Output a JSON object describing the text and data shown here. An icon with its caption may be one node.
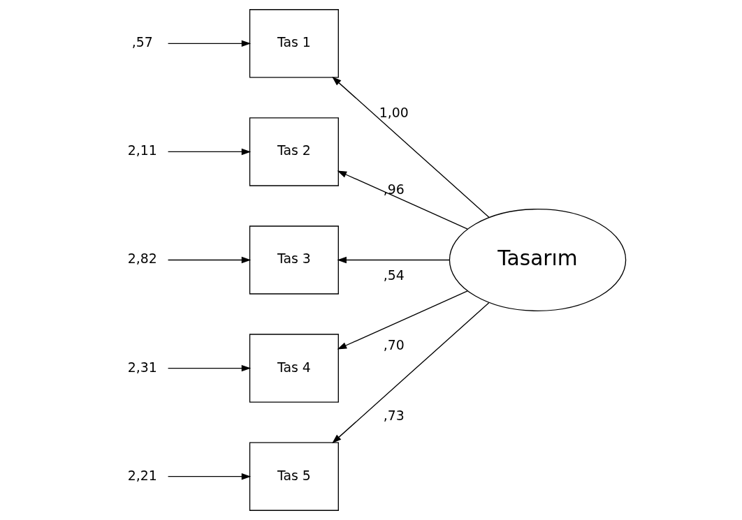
{
  "diagram": {
    "nodes": [
      {
        "text": [
          ",57"
        ]
      },
      {
        "text": [
          "Tas 1"
        ]
      },
      {
        "text": [
          "2,11"
        ]
      },
      {
        "text": [
          "Tas 2"
        ]
      },
      {
        "text": [
          "2,82"
        ]
      },
      {
        "text": [
          "Tas 3"
        ]
      },
      {
        "text": [
          "2,31"
        ]
      },
      {
        "text": [
          "Tas 4"
        ]
      },
      {
        "text": [
          "2,21"
        ]
      },
      {
        "text": [
          "Tas 5"
        ]
      },
      {
        "text": [
          "Tasarım"
        ]
      }
    ],
    "edges": [
      {
        "from": 0,
        "to": 1,
        "arrow": "to"
      },
      {
        "from": 2,
        "to": 3,
        "arrow": "to"
      },
      {
        "from": 4,
        "to": 5,
        "arrow": "to"
      },
      {
        "from": 6,
        "to": 7,
        "arrow": "to"
      },
      {
        "from": 8,
        "to": 9,
        "arrow": "to"
      },
      {
        "from": 10,
        "to": 1,
        "arrow": "to",
        "label": "1,00"
      },
      {
        "from": 10,
        "to": 3,
        "arrow": "to",
        "label": ",96"
      },
      {
        "from": 10,
        "to": 5,
        "arrow": "to",
        "label": ",54"
      },
      {
        "from": 10,
        "to": 7,
        "arrow": "to",
        "label": ",70"
      },
      {
        "from": 10,
        "to": 9,
        "arrow": "to",
        "label": ",73"
      }
    ]
  }
}
